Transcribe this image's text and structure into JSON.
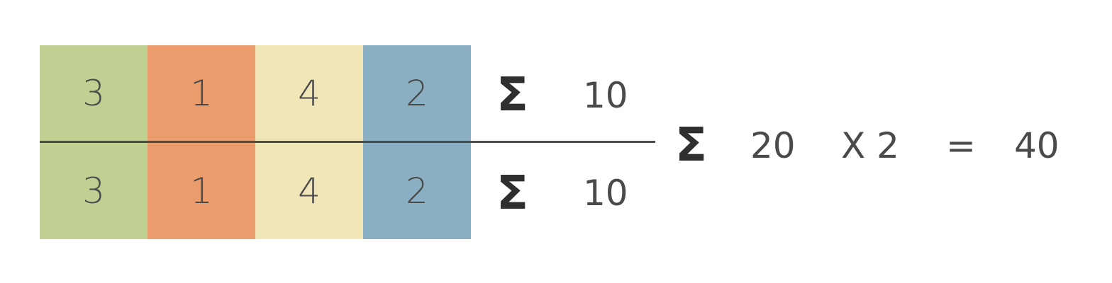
{
  "colors": {
    "green": "#bfd092",
    "orange": "#ea9c6c",
    "cream": "#f0e6b8",
    "blue": "#8aafc3",
    "line": "#4a4d4a",
    "text": "#4a4a4a"
  },
  "rows": [
    {
      "cells": [
        "3",
        "1",
        "4",
        "2"
      ],
      "sum_symbol": "Σ",
      "sum_value": "10"
    },
    {
      "cells": [
        "3",
        "1",
        "4",
        "2"
      ],
      "sum_symbol": "Σ",
      "sum_value": "10"
    }
  ],
  "total": {
    "symbol": "Σ",
    "value": "20",
    "multiplier": "X 2",
    "equals": "=",
    "result": "40"
  }
}
